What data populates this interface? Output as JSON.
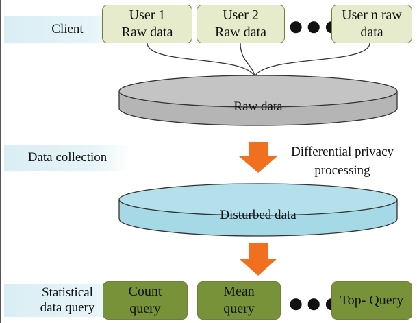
{
  "layers": {
    "client": "Client",
    "collection": "Data collection",
    "query": [
      "Statistical",
      "data query"
    ]
  },
  "users": [
    {
      "line1": "User 1",
      "line2": "Raw data"
    },
    {
      "line1": "User 2",
      "line2": "Raw data"
    },
    {
      "line1": "User n raw",
      "line2": "data"
    }
  ],
  "ellipsis": "●●●",
  "raw_store": "Raw data",
  "processing": [
    "Differential privacy",
    "processing"
  ],
  "disturbed_store": "Disturbed data",
  "queries": [
    {
      "line1": "Count",
      "line2": "query"
    },
    {
      "line1": "Mean",
      "line2": "query"
    },
    {
      "line1": "Top- Query",
      "line2": ""
    }
  ],
  "colors": {
    "user_box": "#e6ebcb",
    "query_box": "#78923a",
    "raw_disk": "#b5b5b5",
    "disturbed_disk": "#a6d9e6",
    "arrow": "#f07020",
    "layer_label": "#d9eef4"
  }
}
